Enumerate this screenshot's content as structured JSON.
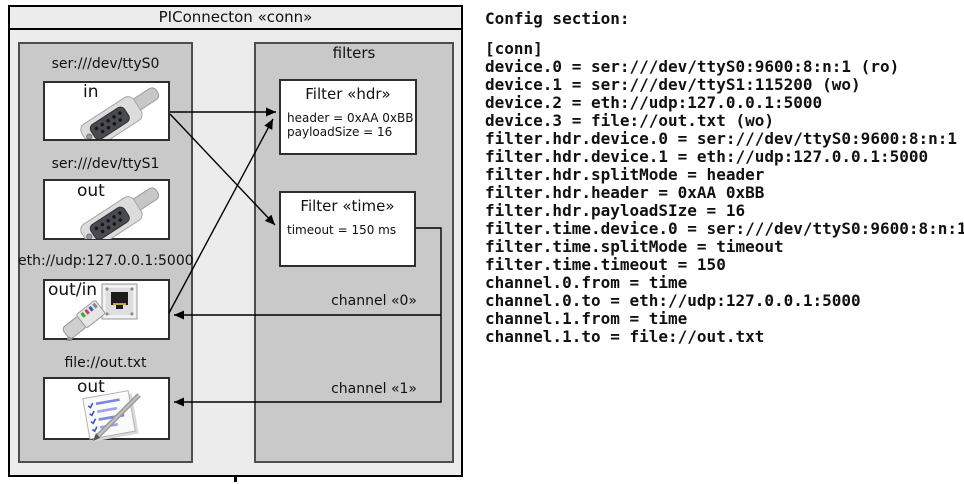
{
  "diagram": {
    "title": "PIConnecton «conn»",
    "devices": [
      {
        "label": "ser:///dev/ttyS0",
        "direction": "in",
        "icon": "serial-connector"
      },
      {
        "label": "ser:///dev/ttyS1",
        "direction": "out",
        "icon": "serial-connector"
      },
      {
        "label": "eth://udp:127.0.0.1:5000",
        "direction": "out/in",
        "icon": "ethernet-connector"
      },
      {
        "label": "file://out.txt",
        "direction": "out",
        "icon": "notepad"
      }
    ],
    "filters_panel": {
      "label": "filters",
      "filters": [
        {
          "title": "Filter «hdr»",
          "properties": [
            "header = 0xAA 0xBB",
            "payloadSize = 16"
          ]
        },
        {
          "title": "Filter «time»",
          "properties": [
            "timeout = 150 ms"
          ]
        }
      ]
    },
    "channels": [
      {
        "label": "channel «0»"
      },
      {
        "label": "channel «1»"
      }
    ]
  },
  "config": {
    "heading": "Config section:",
    "lines": [
      "[conn]",
      "device.0 = ser:///dev/ttyS0:9600:8:n:1 (ro)",
      "device.1 = ser:///dev/ttyS1:115200 (wo)",
      "device.2 = eth://udp:127.0.0.1:5000",
      "device.3 = file://out.txt (wo)",
      "filter.hdr.device.0 = ser:///dev/ttyS0:9600:8:n:1",
      "filter.hdr.device.1 = eth://udp:127.0.0.1:5000",
      "filter.hdr.splitMode = header",
      "filter.hdr.header = 0xAA 0xBB",
      "filter.hdr.payloadSIze = 16",
      "filter.time.device.0 = ser:///dev/ttyS0:9600:8:n:1",
      "filter.time.splitMode = timeout",
      "filter.time.timeout = 150",
      "channel.0.from = time",
      "channel.0.to = eth://udp:127.0.0.1:5000",
      "channel.1.from = time",
      "channel.1.to = file://out.txt"
    ]
  },
  "colors": {
    "outer_background": "#ececec",
    "panel_background": "#c9c9c9",
    "panel_border": "#4d4d4d",
    "line_color": "#000000"
  }
}
